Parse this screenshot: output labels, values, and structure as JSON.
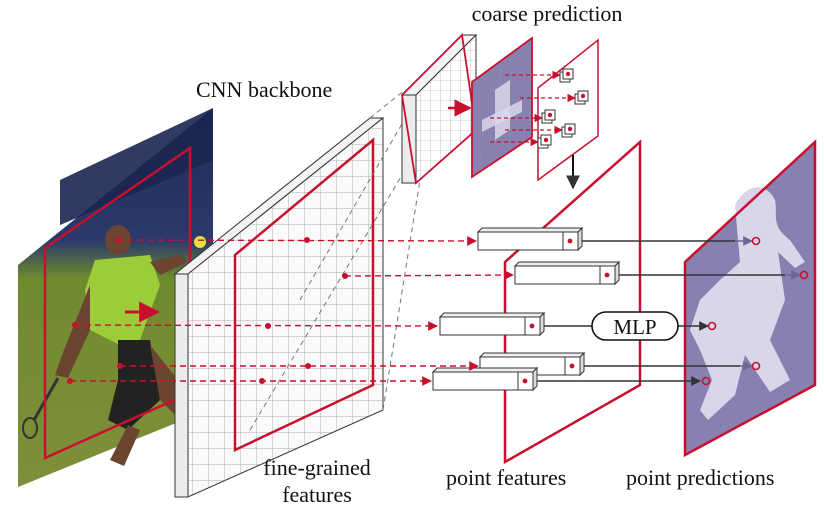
{
  "labels": {
    "coarse_prediction": "coarse prediction",
    "cnn_backbone": "CNN backbone",
    "fine_grained_line1": "fine-grained",
    "fine_grained_line2": "features",
    "point_features": "point features",
    "point_predictions": "point predictions",
    "mlp": "MLP"
  },
  "colors": {
    "accent_red": "#c8102e",
    "prediction_purple": "#8880b0",
    "prediction_light": "#d9d6ea",
    "dark_line": "#333333"
  },
  "icons": {
    "input_image": "tennis-player-photo",
    "arrow": "arrow-right-icon"
  }
}
